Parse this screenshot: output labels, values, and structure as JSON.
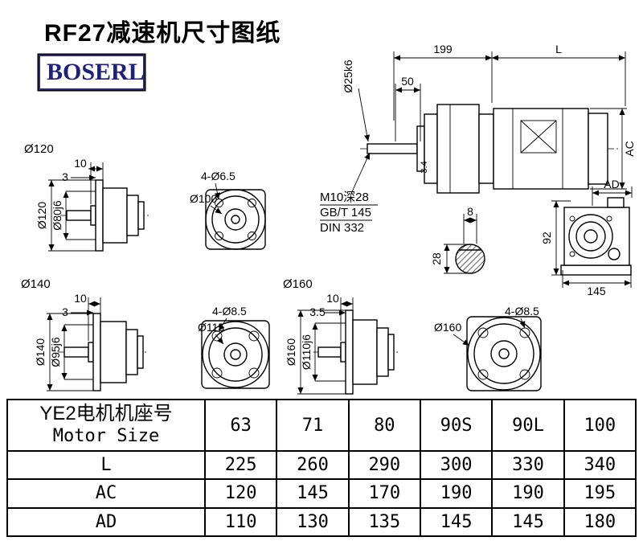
{
  "page": {
    "title": "RF27减速机尺寸图纸",
    "logo": "BOSERL"
  },
  "main_drawing": {
    "dim_overall_1": "199",
    "dim_overall_2": "L",
    "dim_shaft_len": "50",
    "dim_shaft_dia": "Ø25k6",
    "dim_motor_dia": "AC",
    "dim_key": "3.4",
    "note_line1": "M10深28",
    "note_line2": "GB/T 145",
    "note_line3": "DIN 332"
  },
  "shaft_section": {
    "dim_width": "8",
    "dim_height": "28"
  },
  "side_view": {
    "dim_top": "AD",
    "dim_height": "92",
    "dim_width": "145"
  },
  "flange_a": {
    "series_label": "Ø120",
    "dim_1": "10",
    "dim_2": "3",
    "dim_flange": "Ø120",
    "dim_spigot": "Ø80j6"
  },
  "front_a": {
    "holes": "4-Ø6.5",
    "dia": "Ø100"
  },
  "flange_b": {
    "series_label": "Ø140",
    "dim_1": "10",
    "dim_2": "3",
    "dim_flange": "Ø140",
    "dim_spigot": "Ø95j6"
  },
  "front_b": {
    "holes": "4-Ø8.5",
    "dia": "Ø115"
  },
  "flange_c": {
    "series_label": "Ø160",
    "dim_1": "10",
    "dim_2": "3.5",
    "dim_flange": "Ø160",
    "dim_spigot": "Ø110j6"
  },
  "front_c": {
    "holes": "4-Ø8.5",
    "dia": "Ø160"
  },
  "table": {
    "header_cn": "YE2电机机座号",
    "header_en": "Motor Size",
    "sizes": [
      "63",
      "71",
      "80",
      "90S",
      "90L",
      "100"
    ],
    "rows": [
      {
        "label": "L",
        "values": [
          "225",
          "260",
          "290",
          "300",
          "330",
          "340"
        ]
      },
      {
        "label": "AC",
        "values": [
          "120",
          "145",
          "170",
          "190",
          "190",
          "195"
        ]
      },
      {
        "label": "AD",
        "values": [
          "110",
          "130",
          "135",
          "145",
          "145",
          "180"
        ]
      }
    ]
  }
}
